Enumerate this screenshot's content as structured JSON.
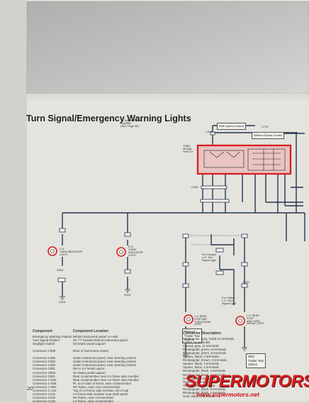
{
  "title": "Turn Signal/Emergency Warning Lights",
  "page_number": "20",
  "watermark": {
    "brand": "SUPERMOTORS",
    "url": "www.supermotors.net"
  },
  "diagram_labels": {
    "top_note": "To Speed Control\nAmplifier\n(See Page 46)",
    "with_speed_control": "With Speed Control",
    "without_speed_control": "Without Speed Control",
    "c330": "C330",
    "c712": "C712",
    "c305": "C305",
    "s300": "S300",
    "flasher_label": "TURN\nSIGNAL\nSWITCH",
    "lh_indicator": "L.H.\nTURN INDICATOR\nLIGHT",
    "rh_indicator": "R.H.\nTURN\nINDICATOR\nLIGHT",
    "for_camper_lh": "For Camper\nL.H. Turn\nSignal Light",
    "for_trailer_lh": "For Trailer\nL.H. Turn\nSignal Light",
    "lh_rear": "L.H. REAR\nSTOP AND\nTURN SIGNAL\nLIGHT",
    "lh_rear_b": "L.H. REAR\nSTOP\nAND TURN\nSIGNAL LIGHT",
    "without_trailer": "Without\nTrailer Tow\nOption",
    "with_trailer": "With\nTrailer Tow\nOption",
    "g200": "G200",
    "g201": "G201",
    "s201": "S201"
  },
  "component_table": {
    "header_component": "Component",
    "header_location": "Component Location",
    "rows": [
      [
        "Emergency Warning Flasher",
        "Behind instrument panel LH side"
      ],
      [
        "Turn Signal Flasher",
        "On \"Y\" bracket behind instrument panel"
      ],
      [
        "Stoplight Switch",
        "On brake pedal support"
      ],
      [
        "",
        ""
      ],
      [
        "Connector C208",
        "Rear of instrument cluster"
      ],
      [
        "",
        ""
      ],
      [
        "Connector C305",
        "Under instrument panel, near steering column"
      ],
      [
        "Connector C306",
        "Under instrument panel, near steering column"
      ],
      [
        "Connector C330",
        "Under instrument panel, near steering column"
      ],
      [
        "Connector C801",
        "RH or LH fender apron"
      ],
      [
        "Connector C803",
        "On brake pedal support"
      ],
      [
        "Connector C831",
        "Rear crossmember near LH frame side member"
      ],
      [
        "Connector C-832",
        "Rear crossmember near LH frame side member"
      ],
      [
        "Connector C-835",
        "Rt. & LH side of frame, near crossmember"
      ],
      [
        "Connector C-891",
        "RH frame, near rear crossmember"
      ],
      [
        "Connector C-101",
        "Top of LH frame side member, aft of cab"
      ],
      [
        "Connector C104",
        "LH frame side member near dash panel"
      ],
      [
        "Connector C105",
        "RH frame, near crossmember"
      ],
      [
        "Connector C106",
        "LH frame, near crossmember"
      ]
    ]
  },
  "connector_table": {
    "header": "Connector Description",
    "rows": [
      "Rectangular, gray, C208 14 terminals",
      "C208A 16 terminals",
      "Curved, gray, 11 terminals",
      "Rectangular, green, 6 terminals",
      "Rectangular, green, 8 terminals",
      "Square, black, 4 terminals",
      "Rectangular, brown, 2 terminals",
      "Square, black, 4 terminals",
      "Square, black, 4 terminals",
      "Rectangular, black, 4 terminals",
      "Rectangular, black, 4 terminals",
      "Oval, black, 3 terminals",
      "Oval, black, 3 terminals",
      "Oval, black, 3 terminals",
      "Rectangular, black, 8 terminals",
      "Rectangular, black, 2 terminals",
      "Oval, black, 2 terminals"
    ]
  }
}
